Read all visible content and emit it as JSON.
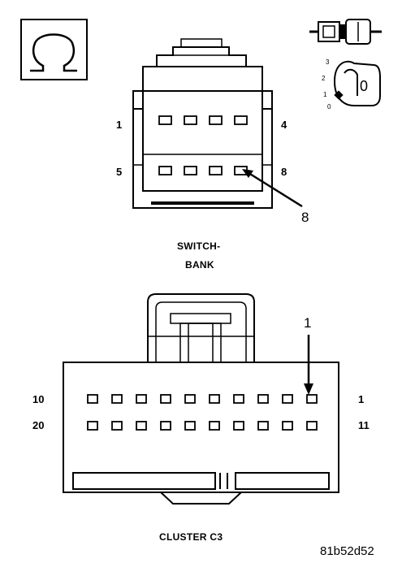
{
  "ohmmeter_icon": "ohm-symbol-icon",
  "key_icon": {
    "numbers": [
      "3",
      "2",
      "1",
      "0"
    ],
    "key_label": "0"
  },
  "switch_bank": {
    "title_line1": "SWITCH-",
    "title_line2": "BANK",
    "pin_left_top": "1",
    "pin_right_top": "4",
    "pin_left_bottom": "5",
    "pin_right_bottom": "8",
    "callout": "8"
  },
  "cluster_c3": {
    "title": "CLUSTER C3",
    "pin_left_top": "10",
    "pin_right_top": "1",
    "pin_left_bottom": "20",
    "pin_right_bottom": "11",
    "callout": "1"
  },
  "figure_code": "81b52d52"
}
